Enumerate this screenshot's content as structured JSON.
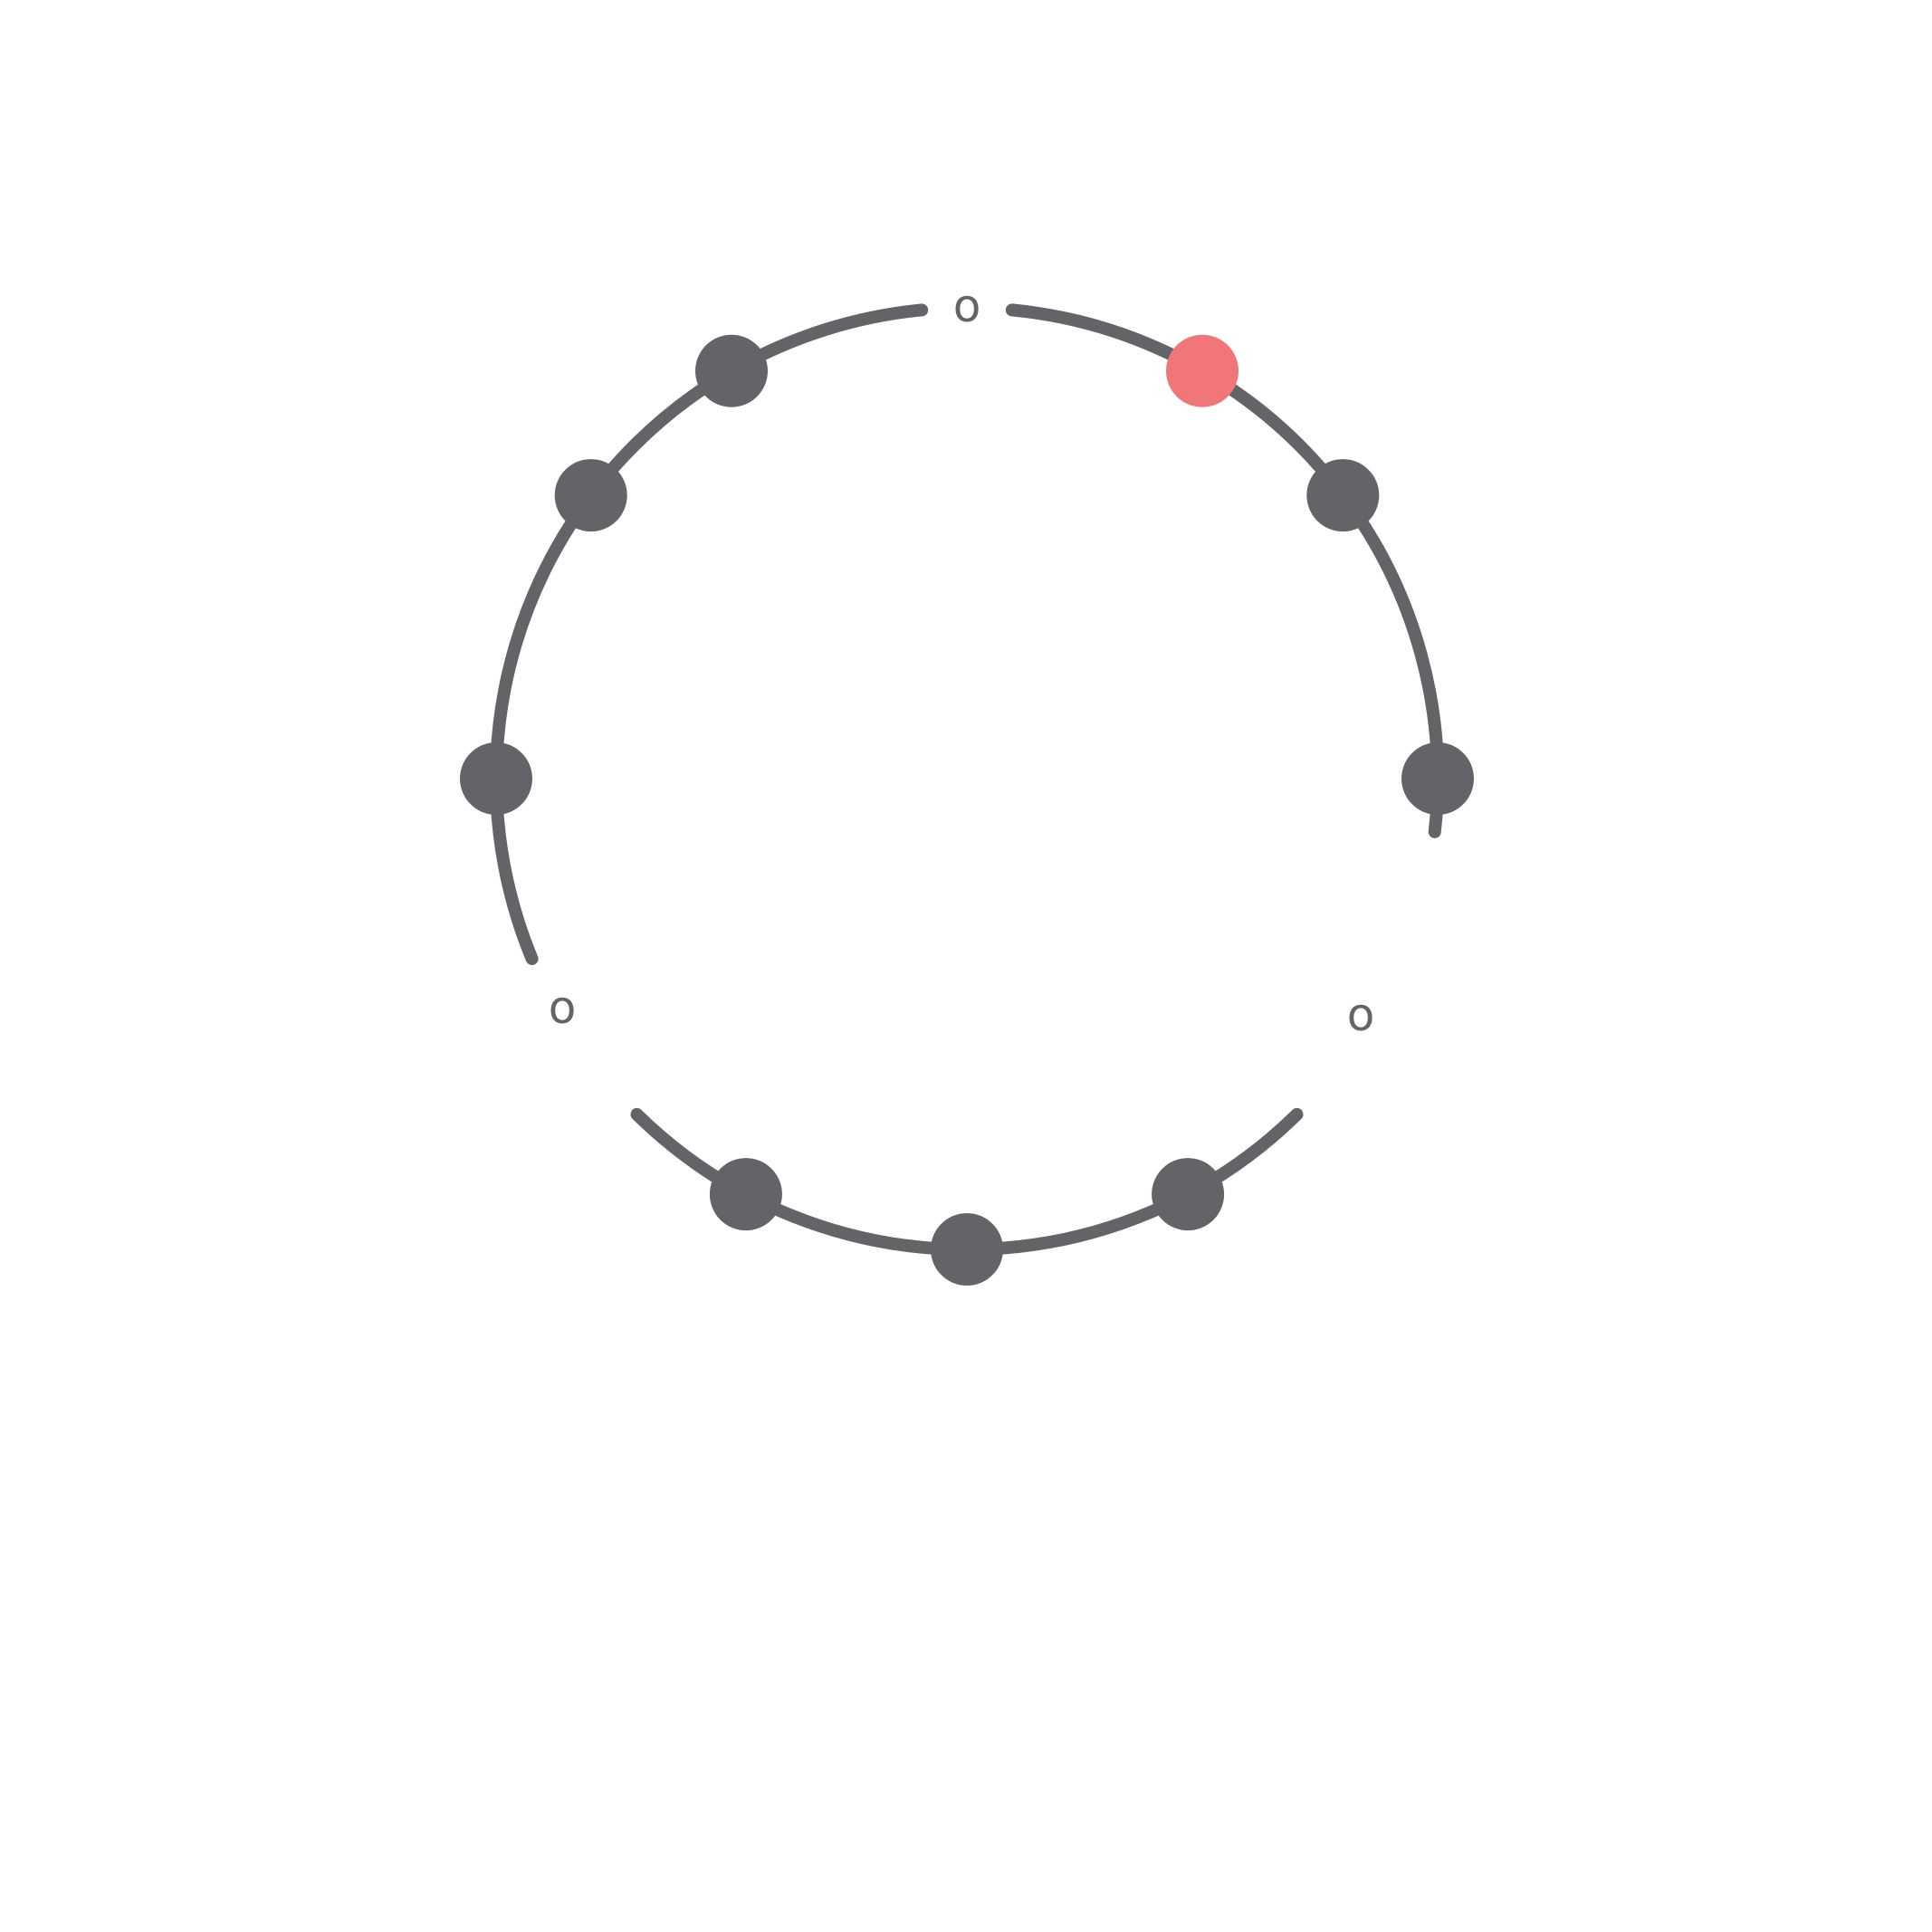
{
  "diagram": {
    "colors": {
      "ring": "#636467",
      "node": "#636467",
      "highlight": "#f17679"
    },
    "gap_label_text": "o",
    "nodes": [
      {
        "id": "node-1",
        "highlighted": false
      },
      {
        "id": "node-2",
        "highlighted": false
      },
      {
        "id": "node-3",
        "highlighted": false
      },
      {
        "id": "node-4",
        "highlighted": false
      },
      {
        "id": "node-5",
        "highlighted": false
      },
      {
        "id": "node-6",
        "highlighted": false
      },
      {
        "id": "node-7",
        "highlighted": false
      },
      {
        "id": "node-8",
        "highlighted": false
      },
      {
        "id": "node-9",
        "highlighted": true
      }
    ]
  }
}
